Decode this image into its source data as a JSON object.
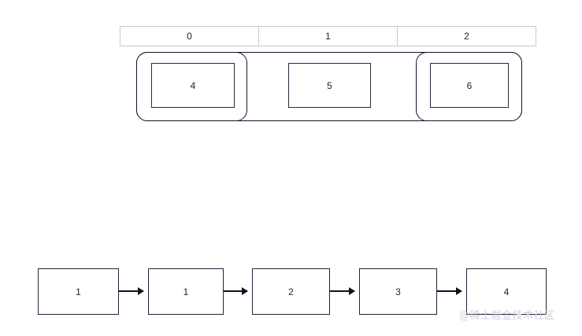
{
  "background": "#ffffff",
  "colors": {
    "stroke_dark": "#13132b",
    "stroke_box": "#2a2a3d",
    "header_border": "#c9c9c9",
    "text": "#222233",
    "watermark": "#cfcfd8"
  },
  "hash_table": {
    "index_header": {
      "cells": [
        "0",
        "1",
        "2"
      ]
    },
    "buckets": [
      {
        "label": "4",
        "grouped": true
      },
      {
        "label": "5",
        "grouped": false
      },
      {
        "label": "6",
        "grouped": true
      }
    ]
  },
  "linked_list": {
    "nodes": [
      "1",
      "1",
      "2",
      "3",
      "4"
    ],
    "arrows": [
      "arrow-0-1",
      "arrow-1-2",
      "arrow-2-3",
      "arrow-3-4"
    ]
  },
  "watermark": {
    "text": "@稀土掘金技术社区"
  }
}
